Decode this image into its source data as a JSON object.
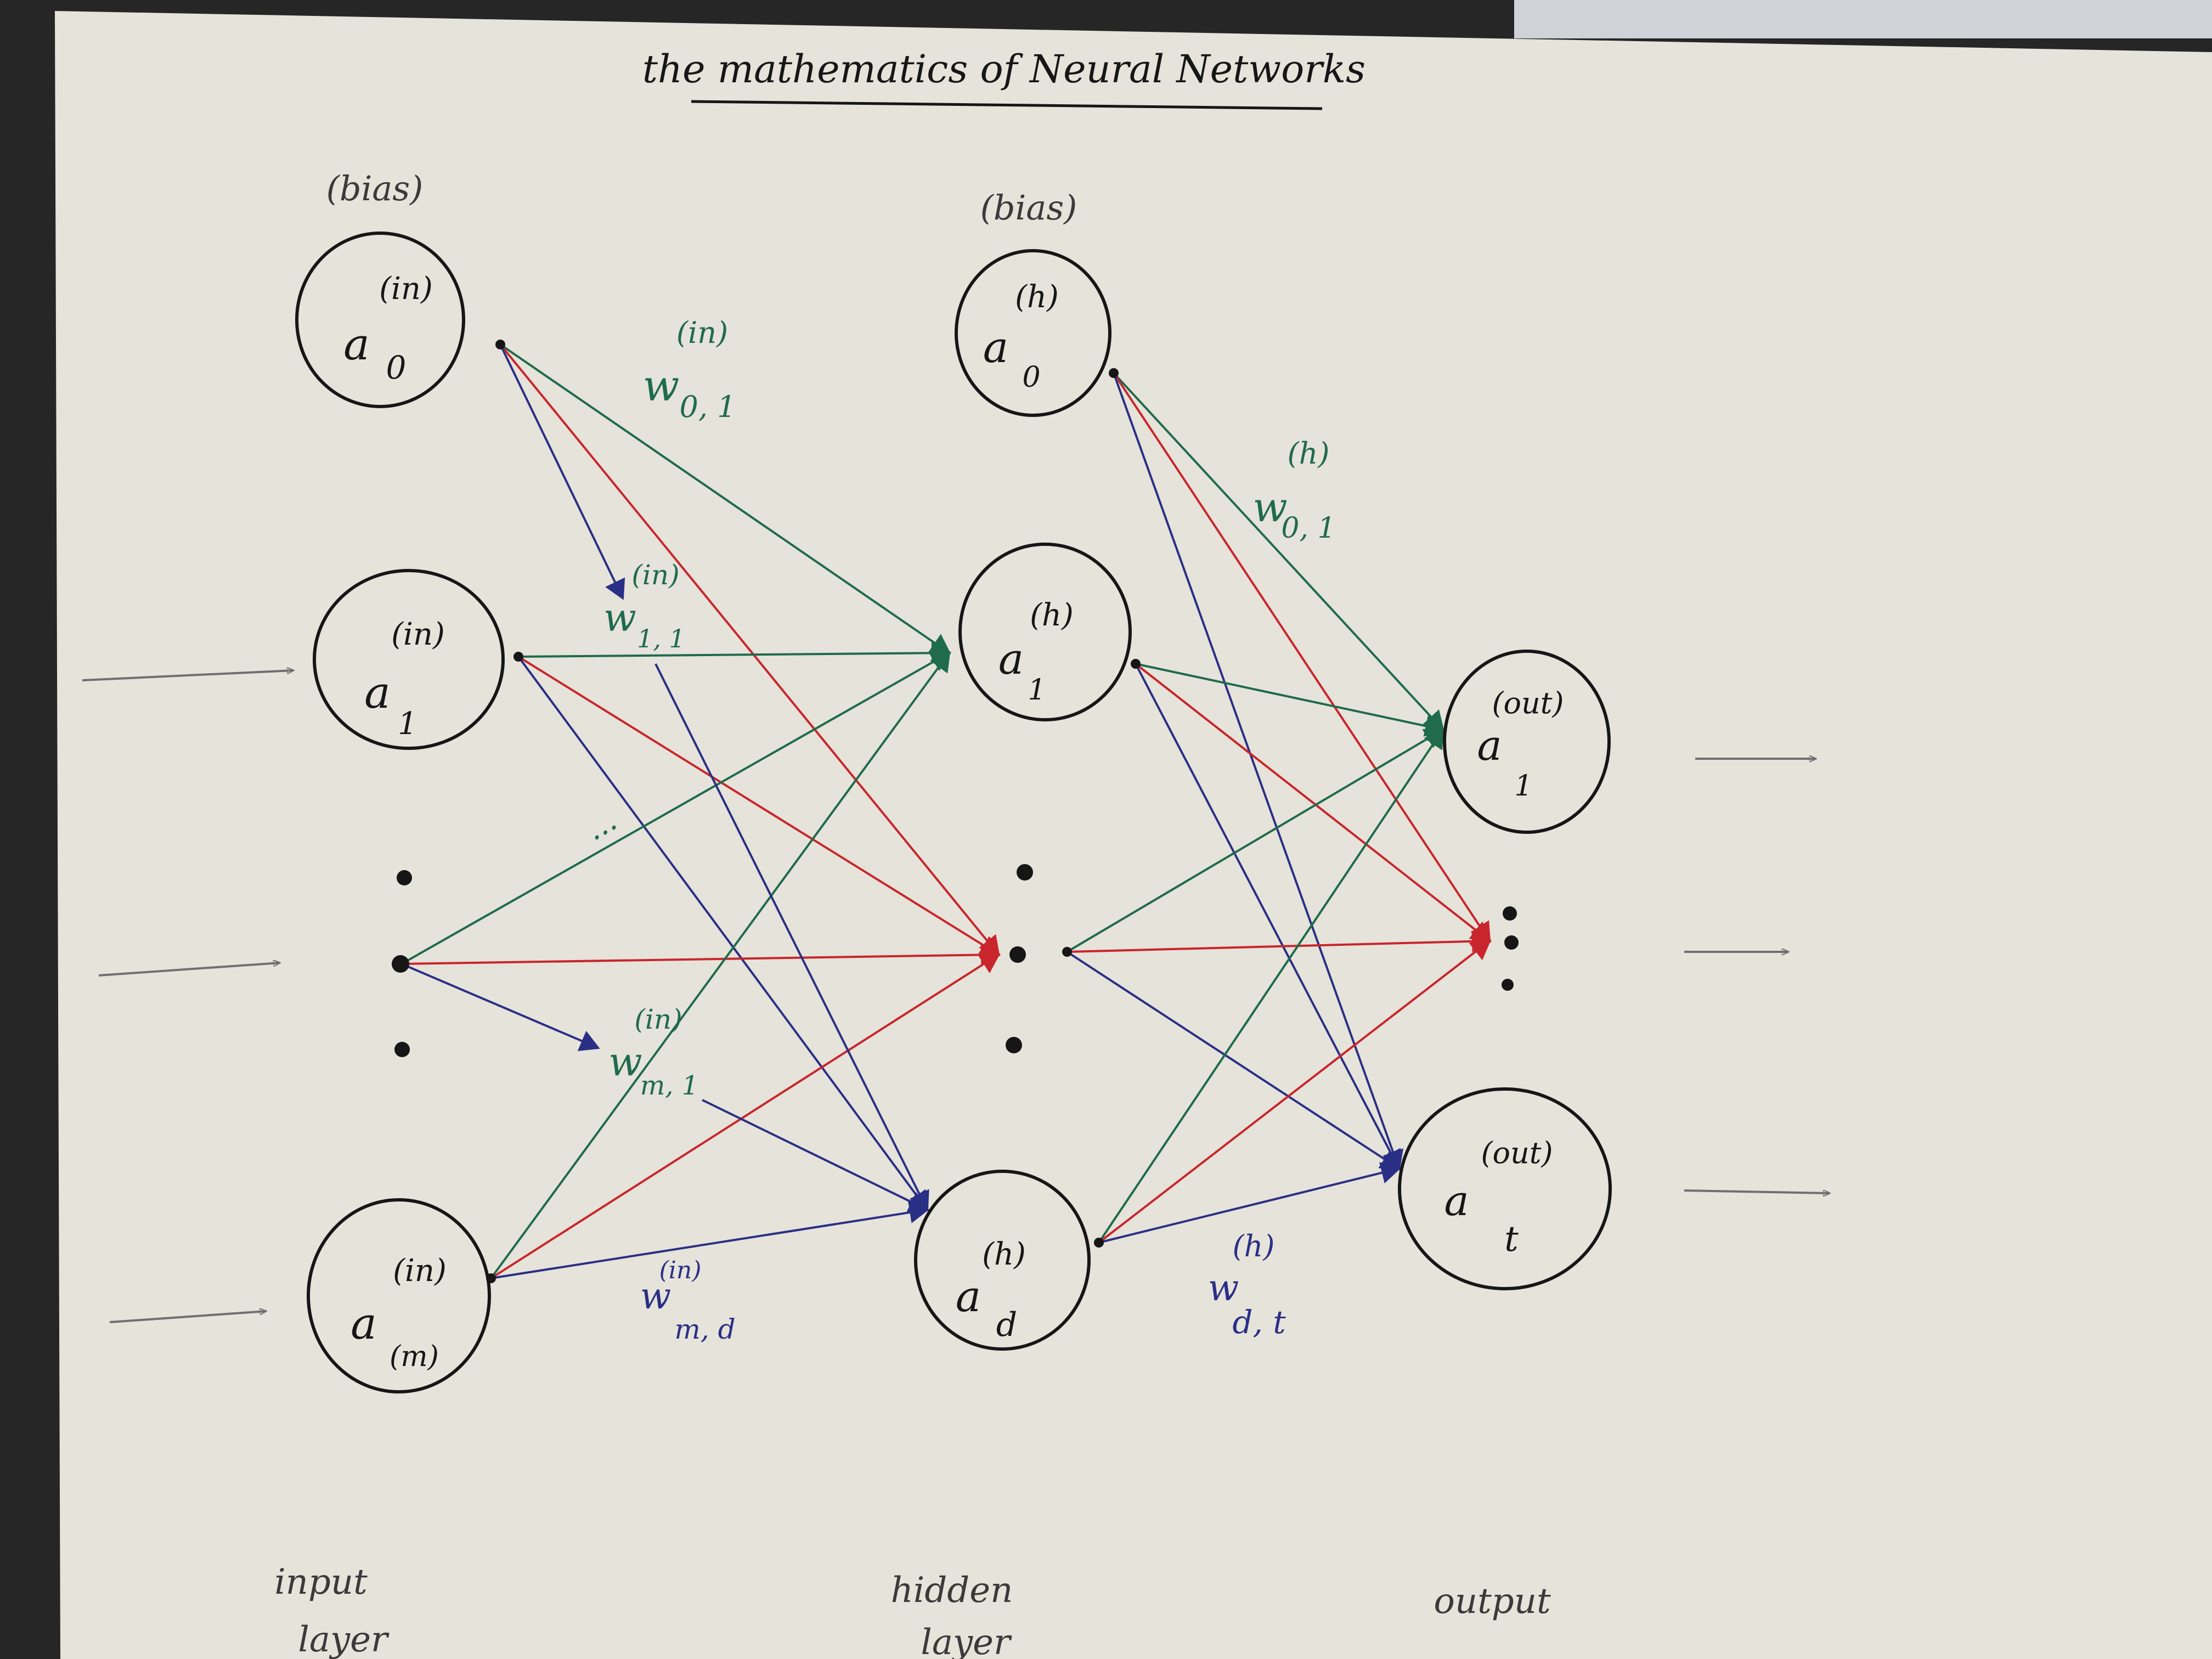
{
  "title": "the mathematics of Neural Networks",
  "layers": {
    "input": {
      "caption_line1": "input",
      "caption_line2": "layer",
      "bias_label": "(bias)",
      "nodes": [
        {
          "id": "in0",
          "base": "a",
          "sup": "(in)",
          "sub": "0"
        },
        {
          "id": "in1",
          "base": "a",
          "sup": "(in)",
          "sub": "1"
        },
        {
          "id": "inm",
          "base": "a",
          "sup": "(in)",
          "sub": "(m)"
        }
      ]
    },
    "hidden": {
      "caption_line1": "hidden",
      "caption_line2": "layer",
      "bias_label": "(bias)",
      "nodes": [
        {
          "id": "h0",
          "base": "a",
          "sup": "(h)",
          "sub": "0"
        },
        {
          "id": "h1",
          "base": "a",
          "sup": "(h)",
          "sub": "1"
        },
        {
          "id": "hd",
          "base": "a",
          "sup": "(h)",
          "sub": "d"
        }
      ]
    },
    "output": {
      "caption_line1": "output",
      "nodes": [
        {
          "id": "o1",
          "base": "a",
          "sup": "(out)",
          "sub": "1"
        },
        {
          "id": "ot",
          "base": "a",
          "sup": "(out)",
          "sub": "t"
        }
      ]
    }
  },
  "weight_labels": [
    {
      "id": "w_in_01",
      "base": "w",
      "sup": "(in)",
      "sub": "0, 1",
      "color": "#1f6b4c"
    },
    {
      "id": "w_in_11",
      "base": "w",
      "sup": "(in)",
      "sub": "1, 1",
      "color": "#1f6b4c"
    },
    {
      "id": "w_in_m1",
      "base": "w",
      "sup": "(in)",
      "sub": "m, 1",
      "color": "#1f6b4c"
    },
    {
      "id": "w_in_md",
      "base": "w",
      "sup": "(in)",
      "sub": "m, d",
      "color": "#2a2f86"
    },
    {
      "id": "w_h_01",
      "base": "w",
      "sup": "(h)",
      "sub": "0, 1",
      "color": "#1f6b4c"
    },
    {
      "id": "w_h_dt",
      "base": "w",
      "sup": "(h)",
      "sub": "d, t",
      "color": "#2a2f86"
    }
  ],
  "ellipsis": "...",
  "colors": {
    "paper": "#e6e3da",
    "ink": "#161616",
    "green": "#1f6b4c",
    "red": "#c8262c",
    "blue": "#2a2f86",
    "pencil": "#6f6f6f"
  }
}
